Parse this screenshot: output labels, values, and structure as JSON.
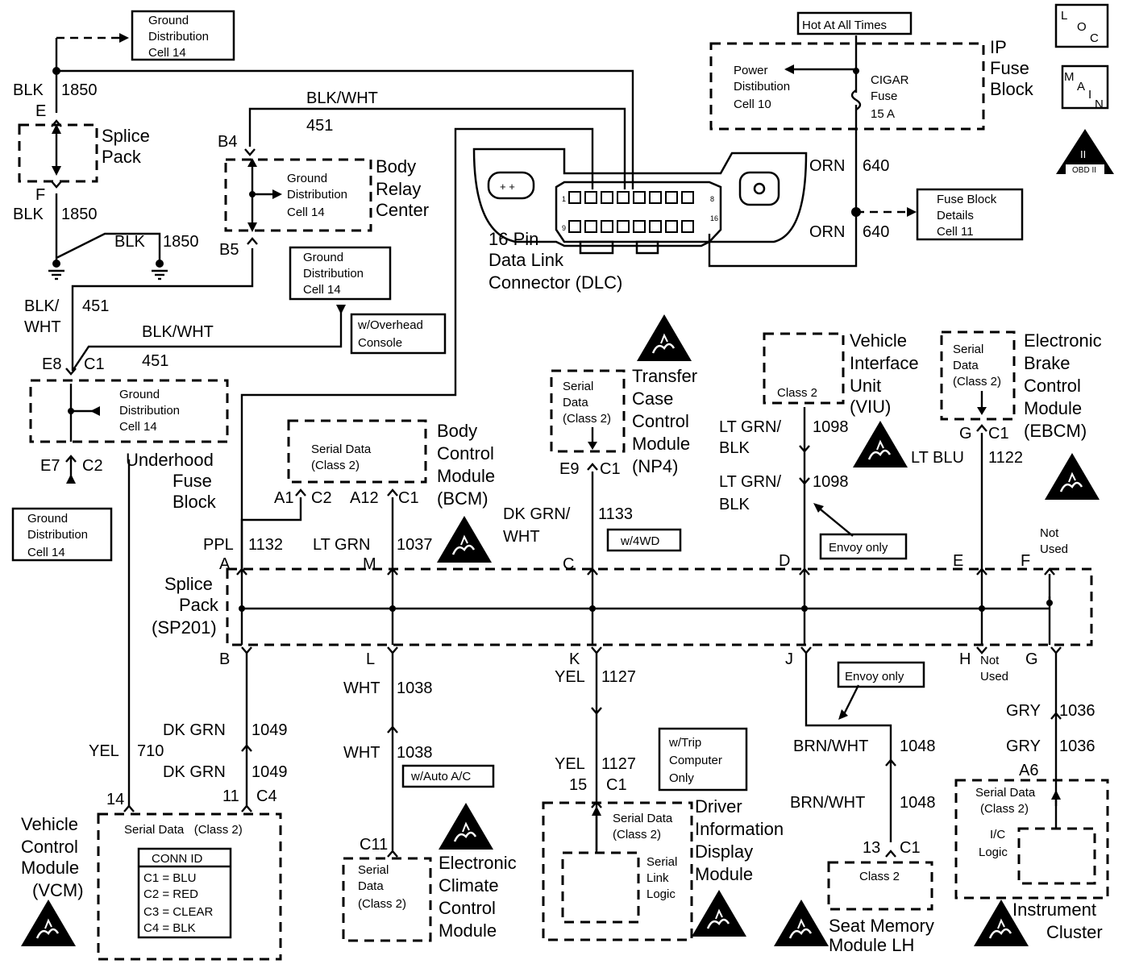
{
  "labels": {
    "gd14_top": [
      "Ground",
      "Distribution",
      "Cell 14"
    ],
    "hot_at_all_times": "Hot At All Times",
    "ip_fuse_block": [
      "IP",
      "Fuse",
      "Block"
    ],
    "power_dist": [
      "Power",
      "Distibution",
      "Cell 10"
    ],
    "cigar_fuse": [
      "CIGAR",
      "Fuse",
      "15 A"
    ],
    "loc": [
      "L",
      "O",
      "C"
    ],
    "main": [
      "M",
      "A",
      "I",
      "N"
    ],
    "obd": [
      "II",
      "OBD II"
    ],
    "blk_1850_top": [
      "BLK",
      "1850"
    ],
    "splice_e": "E",
    "splice_f": "F",
    "splice_pack": [
      "Splice",
      "Pack"
    ],
    "blk_1850_f": [
      "BLK",
      "1850"
    ],
    "blk_1850_r": [
      "BLK",
      "1850"
    ],
    "blk_wht_451_top": [
      "BLK/WHT",
      "451"
    ],
    "b4": "B4",
    "b5": "B5",
    "brc_gd": [
      "Ground",
      "Distribution",
      "Cell 14"
    ],
    "body_relay_center": [
      "Body",
      "Relay",
      "Center"
    ],
    "dlc": [
      "16 Pin",
      "Data Link",
      "Connector (DLC)"
    ],
    "dlc_pin1": "1",
    "dlc_pin8": "8",
    "dlc_pin9": "9",
    "dlc_pin16": "16",
    "orn_640_a": [
      "ORN",
      "640"
    ],
    "orn_640_b": [
      "ORN",
      "640"
    ],
    "fuse_block_details": [
      "Fuse Block",
      "Details",
      "Cell 11"
    ],
    "gd14_mid": [
      "Ground",
      "Distribution",
      "Cell 14"
    ],
    "overhead_console": [
      "w/Overhead",
      "Console"
    ],
    "blk_wht_451_l": [
      "BLK/",
      "WHT",
      "451"
    ],
    "blk_wht_451_m": [
      "BLK/WHT",
      "451"
    ],
    "e8_c1": [
      "E8",
      "C1"
    ],
    "ufb_gd": [
      "Ground",
      "Distribution",
      "Cell 14"
    ],
    "e7_c2": [
      "E7",
      "C2"
    ],
    "underhood_fuse_block": [
      "Underhood",
      "Fuse",
      "Block"
    ],
    "gd14_bottom": [
      "Ground",
      "Distribution",
      "Cell 14"
    ],
    "bcm_sd": [
      "Serial Data",
      "(Class 2)"
    ],
    "bcm": [
      "Body",
      "Control",
      "Module",
      "(BCM)"
    ],
    "bcm_a1": [
      "A1",
      "C2"
    ],
    "bcm_a12": [
      "A12",
      "C1"
    ],
    "tccm_sd": [
      "Serial",
      "Data",
      "(Class 2)"
    ],
    "tccm": [
      "Transfer",
      "Case",
      "Control",
      "Module",
      "(NP4)"
    ],
    "tccm_e9": [
      "E9",
      "C1"
    ],
    "viu_class2": "Class 2",
    "viu": [
      "Vehicle",
      "Interface",
      "Unit",
      "(VIU)"
    ],
    "ebcm_sd": [
      "Serial",
      "Data",
      "(Class 2)"
    ],
    "ebcm": [
      "Electronic",
      "Brake",
      "Control",
      "Module",
      "(EBCM)"
    ],
    "ebcm_g": [
      "G",
      "C1"
    ],
    "lt_grn_blk_1098_a": [
      "LT GRN/",
      "BLK",
      "1098"
    ],
    "lt_grn_blk_1098_b": [
      "LT GRN/",
      "BLK",
      "1098"
    ],
    "envoy_only_1": "Envoy only",
    "lt_blu_1122": [
      "LT BLU",
      "1122"
    ],
    "ppl_1132": [
      "PPL",
      "1132"
    ],
    "lt_grn_1037": [
      "LT GRN",
      "1037"
    ],
    "dk_grn_wht_1133": [
      "DK GRN/",
      "WHT",
      "1133"
    ],
    "w_4wd": "w/4WD",
    "sp_top_letters": [
      "A",
      "M",
      "C",
      "D",
      "E",
      "F"
    ],
    "not_used_f": [
      "Not",
      "Used"
    ],
    "splice_pack_sp201": [
      "Splice",
      "Pack",
      "(SP201)"
    ],
    "sp_bot_letters": [
      "B",
      "L",
      "K",
      "J",
      "H",
      "G"
    ],
    "not_used_h": [
      "Not",
      "Used"
    ],
    "envoy_only_2": "Envoy only",
    "wht_1038_a": [
      "WHT",
      "1038"
    ],
    "wht_1038_b": [
      "WHT",
      "1038"
    ],
    "w_auto_ac": "w/Auto A/C",
    "yel_1127_a": [
      "YEL",
      "1127"
    ],
    "yel_1127_b": [
      "YEL",
      "1127"
    ],
    "w_trip": [
      "w/Trip",
      "Computer",
      "Only"
    ],
    "gry_1036_a": [
      "GRY",
      "1036"
    ],
    "gry_1036_b": [
      "GRY",
      "1036"
    ],
    "brn_wht_1048_a": [
      "BRN/WHT",
      "1048"
    ],
    "brn_wht_1048_b": [
      "BRN/WHT",
      "1048"
    ],
    "dk_grn_1049_a": [
      "DK GRN",
      "1049"
    ],
    "dk_grn_1049_b": [
      "DK GRN",
      "1049"
    ],
    "yel_710": [
      "YEL",
      "710"
    ],
    "vcm_pins": [
      "14",
      "11",
      "C4"
    ],
    "vcm": [
      "Vehicle",
      "Control",
      "Module",
      "(VCM)"
    ],
    "vcm_sd": "Serial Data   (Class 2)",
    "conn_id": [
      "CONN ID",
      "C1 = BLU",
      "C2 = RED",
      "C3 = CLEAR",
      "C4 = BLK"
    ],
    "eccm_c11": "C11",
    "eccm_sd": [
      "Serial",
      "Data",
      "(Class 2)"
    ],
    "eccm": [
      "Electronic",
      "Climate",
      "Control",
      "Module"
    ],
    "dim_pin": [
      "15",
      "C1"
    ],
    "dim_sd": [
      "Serial Data",
      "(Class 2)"
    ],
    "dim_logic": [
      "Serial",
      "Link",
      "Logic"
    ],
    "dim": [
      "Driver",
      "Information",
      "Display",
      "Module"
    ],
    "smm_pin": [
      "13",
      "C1"
    ],
    "smm_class2": "Class 2",
    "smm": [
      "Seat Memory",
      "Module LH"
    ],
    "ic_a6": "A6",
    "ic_sd": [
      "Serial Data",
      "(Class 2)"
    ],
    "ic_logic": [
      "I/C",
      "Logic"
    ],
    "ic": [
      "Instrument",
      "Cluster"
    ]
  }
}
